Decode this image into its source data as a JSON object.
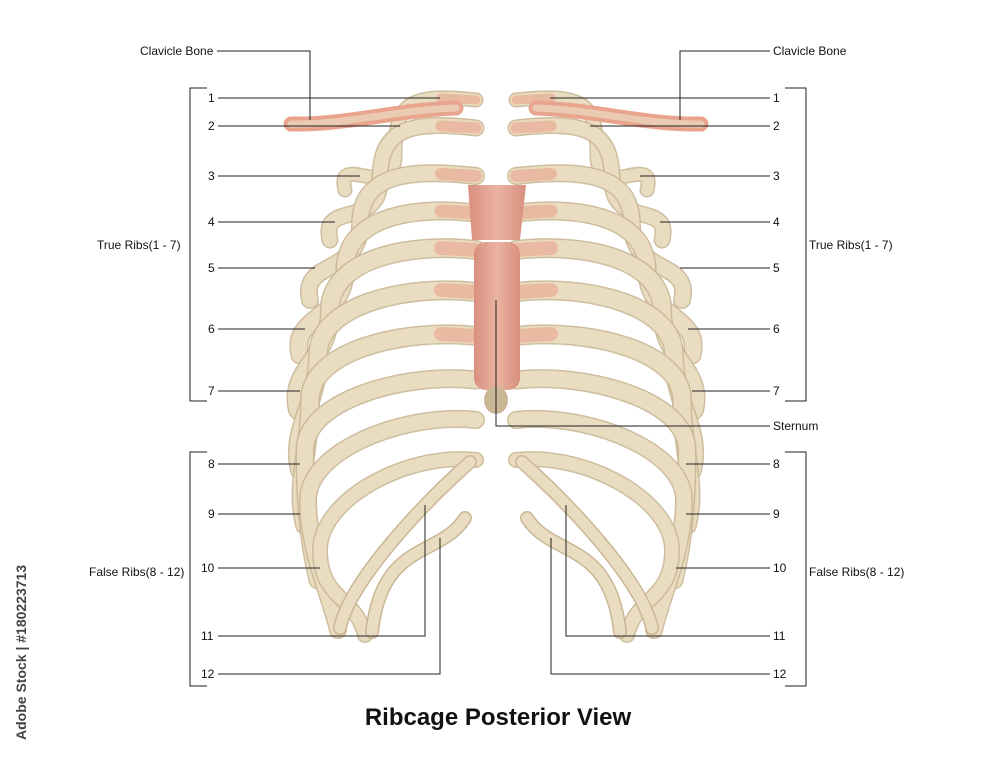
{
  "title": "Ribcage Posterior View",
  "labels": {
    "clavicle": "Clavicle Bone",
    "true_ribs": "True Ribs(1 - 7)",
    "false_ribs": "False Ribs(8 - 12)",
    "sternum": "Sternum",
    "rib_numbers": [
      "1",
      "2",
      "3",
      "4",
      "5",
      "6",
      "7",
      "8",
      "9",
      "10",
      "11",
      "12"
    ]
  },
  "watermark": "Adobe Stock | #180223713",
  "colors": {
    "bone": "#e9dcc0",
    "bone_shadow": "#c9b795",
    "cartilage": "#e9a48e",
    "sternum": "#e5a897"
  }
}
